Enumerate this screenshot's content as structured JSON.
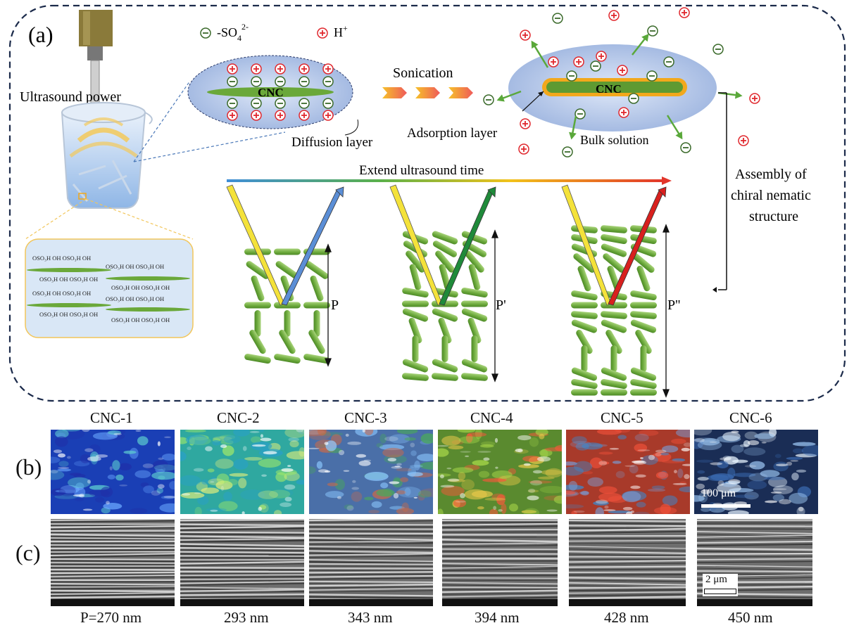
{
  "panel_a": {
    "label": "(a)",
    "ultrasound_power": "Ultrasound power",
    "legend_anion": "-SO",
    "legend_anion_sub": "4",
    "legend_anion_sup": "2-",
    "legend_cation": "H",
    "legend_cation_sup": "+",
    "cnc_left": "CNC",
    "cnc_right": "CNC",
    "sonication": "Sonication",
    "diffusion_layer": "Diffusion layer",
    "adsorption_layer": "Adsorption layer",
    "bulk_solution": "Bulk solution",
    "extend_ultrasound_time": "Extend ultrasound time",
    "assembly": [
      "Assembly of",
      "chiral nematic",
      "structure"
    ],
    "pitch_labels": [
      "P",
      "P'",
      "P''"
    ],
    "chem_groups": [
      "OSO3H",
      "OH"
    ]
  },
  "panel_b": {
    "label": "(b)",
    "samples": [
      "CNC-1",
      "CNC-2",
      "CNC-3",
      "CNC-4",
      "CNC-5",
      "CNC-6"
    ],
    "scale_bar": "100 μm",
    "tints": [
      "#1a3fb5",
      "#2fa8a0",
      "#4a6fa8",
      "#5a8a2f",
      "#a83a2a",
      "#1a2d55"
    ]
  },
  "panel_c": {
    "label": "(c)",
    "scale_bar": "2 μm",
    "pitch_values": [
      "P=270 nm",
      "293 nm",
      "343 nm",
      "394 nm",
      "428 nm",
      "450 nm"
    ]
  },
  "colors": {
    "dashed_border": "#1b2a4a",
    "cnc_green": "#6aa83a",
    "ellipse_blue": "#b4c8e8",
    "cation_red": "#e0282e",
    "anion_green": "#3a6a2a",
    "adsorption_orange": "#f2a81c",
    "beam_yellow": "#f4e23a"
  }
}
